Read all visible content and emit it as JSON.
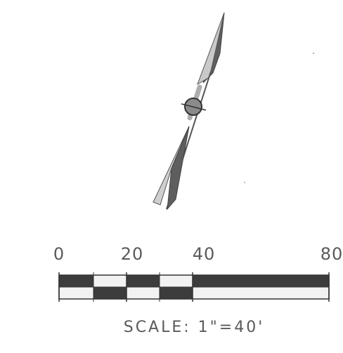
{
  "diagram": {
    "north_arrow": {
      "icon": "north-arrow-icon"
    },
    "scale_bar": {
      "tick_labels": [
        "0",
        "20",
        "40",
        "80"
      ],
      "caption": "SCALE: 1\"=40'",
      "colors": {
        "dark": "#3c3c3c",
        "light": "#f2f2f2",
        "text": "#5a5a5a"
      }
    }
  }
}
